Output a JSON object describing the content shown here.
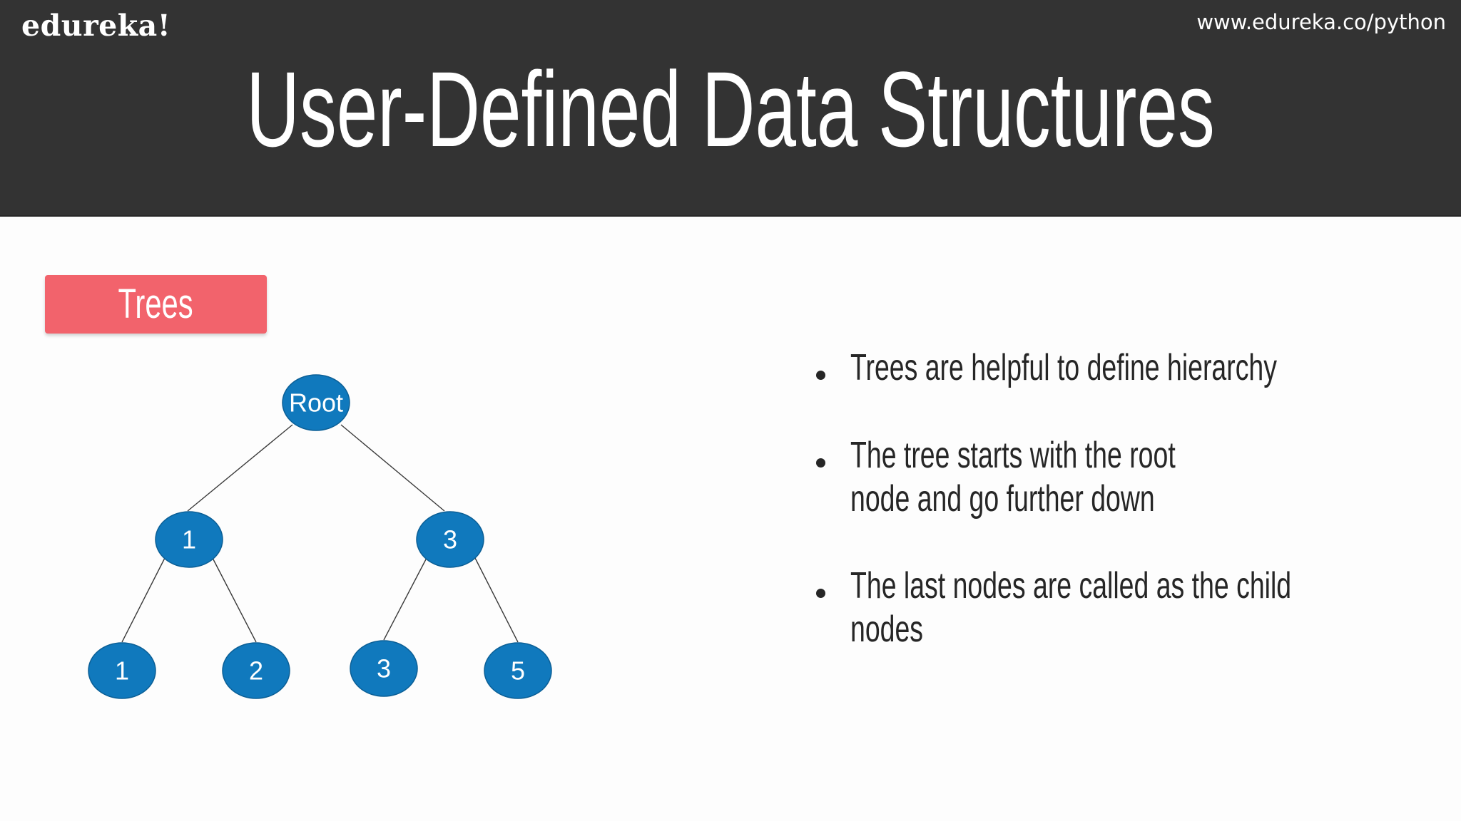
{
  "header": {
    "logo": "edureka!",
    "url": "www.edureka.co/python",
    "title": "User-Defined Data Structures"
  },
  "section": {
    "label": "Trees"
  },
  "tree": {
    "root": "Root",
    "level1": [
      "1",
      "3"
    ],
    "level2": [
      "1",
      "2",
      "3",
      "5"
    ]
  },
  "bullets": [
    "Trees are helpful to define hierarchy",
    "The tree starts with the root node and go further down",
    "The last nodes are called as the child nodes"
  ],
  "colors": {
    "header_bg": "#333333",
    "tag_bg": "#f2636c",
    "node_fill": "#1079bd"
  }
}
